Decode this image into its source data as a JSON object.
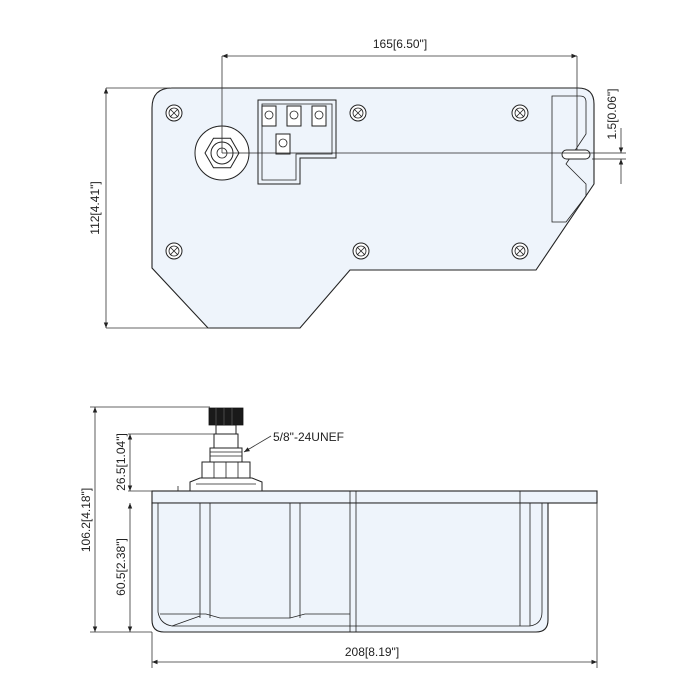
{
  "top_view": {
    "length_to_slot": "165[6.50\"]",
    "height": "112[4.41\"]",
    "slot_width": "1.5[0.06\"]"
  },
  "side_view": {
    "thread_spec": "5/8\"-24UNEF",
    "connector_height": "26.5[1.04\"]",
    "overall_height": "106.2[4.18\"]",
    "body_depth": "60.5[2.38\"]",
    "overall_length": "208[8.19\"]"
  }
}
